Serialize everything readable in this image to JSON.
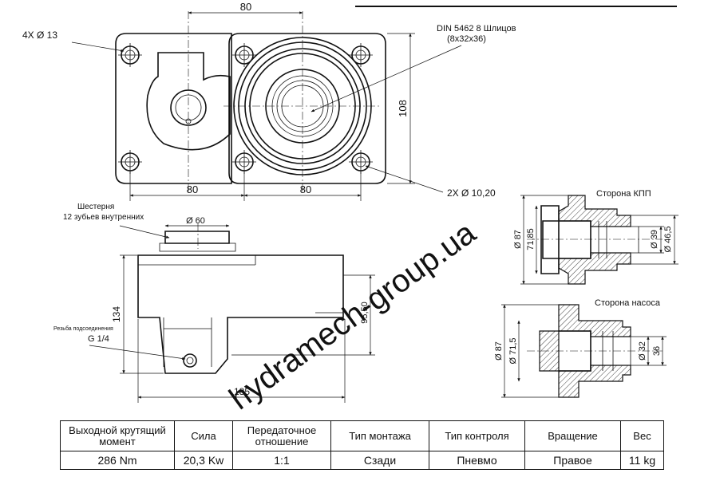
{
  "top_view": {
    "dim_width_top": "80",
    "hole_callout": "4X Ø 13",
    "spline_standard": "DIN 5462 8 Шлицов",
    "spline_size": "(8x32x36)",
    "dim_height": "108",
    "dim_bottom_left": "80",
    "dim_bottom_right": "80",
    "mount_hole_callout": "2X Ø 10,20"
  },
  "side_view": {
    "gear_label_line1": "Шестерня",
    "gear_label_line2": "12 зубьев внутренних",
    "dim_gear_dia": "Ø 60",
    "dim_total_height": "134",
    "dim_inner_height": "95,50",
    "thread_label_line1": "Резьба подсоединения",
    "thread_label_line2": "G 1/4",
    "dim_length": "185"
  },
  "gearbox_side_view": {
    "title": "Сторона КПП",
    "dim_outer": "Ø 87",
    "dim_71": "71,85",
    "dim_39": "Ø 39",
    "dim_46": "Ø 46,5"
  },
  "pump_side_view": {
    "title": "Сторона насоса",
    "dim_outer": "Ø 87",
    "dim_71": "Ø 71,5",
    "dim_32": "Ø 32",
    "dim_36": "36"
  },
  "watermark": "hydramech-group.ua",
  "spec_table": {
    "headers": [
      "Выходной крутящий момент",
      "Сила",
      "Передаточное отношение",
      "Тип монтажа",
      "Тип контроля",
      "Вращение",
      "Вес"
    ],
    "values": [
      "286 Nm",
      "20,3 Kw",
      "1:1",
      "Сзади",
      "Пневмо",
      "Правое",
      "11 kg"
    ]
  }
}
